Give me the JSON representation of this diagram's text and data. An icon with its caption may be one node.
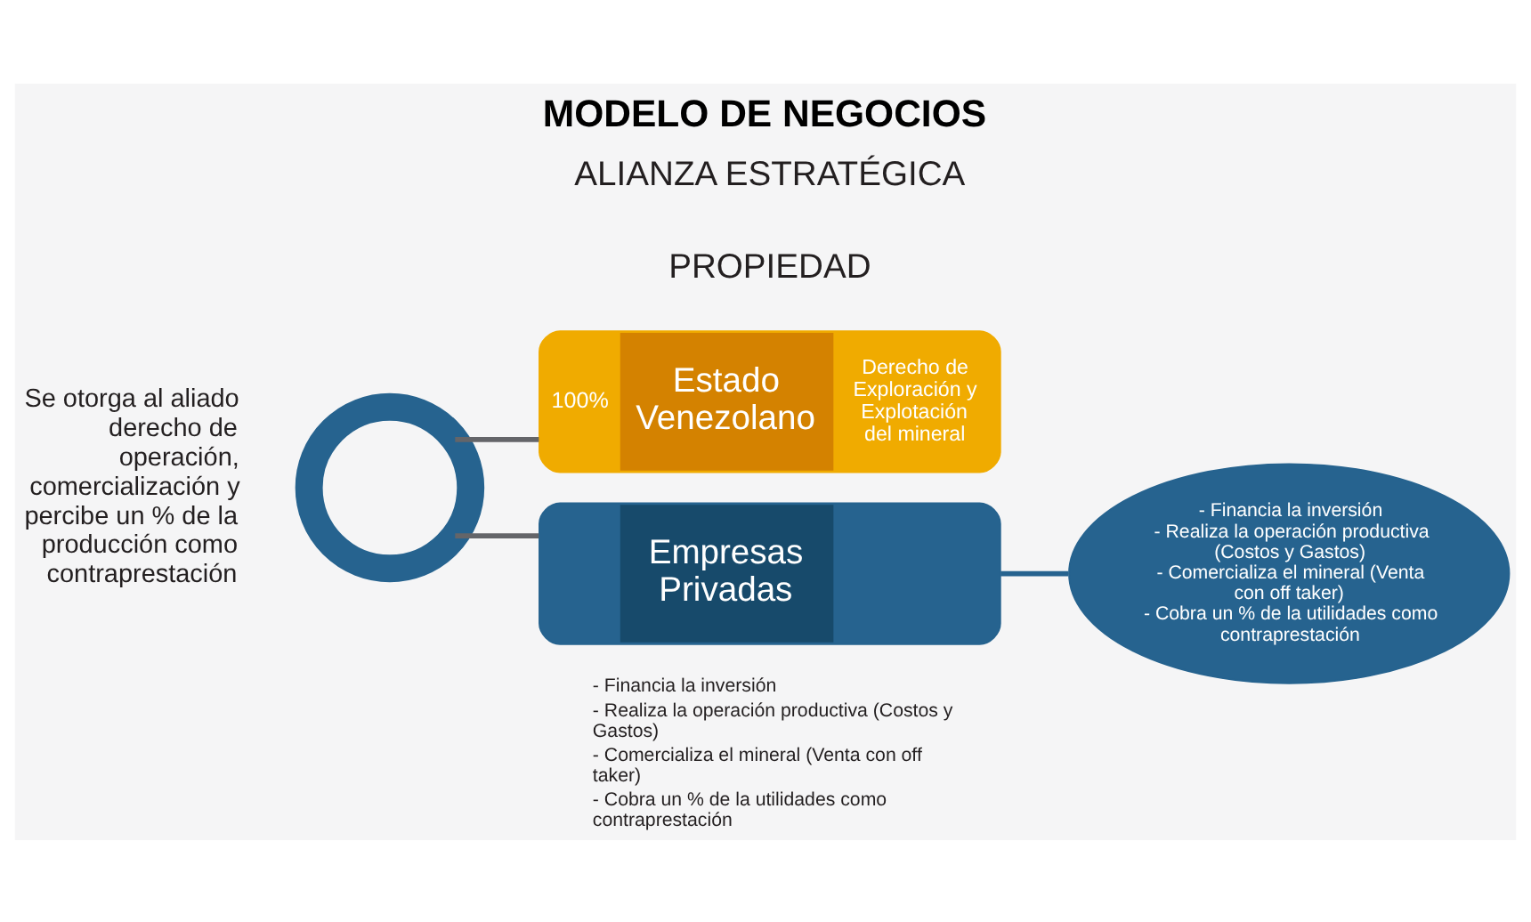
{
  "diagram": {
    "title": "MODELO DE NEGOCIOS",
    "nodes": [
      {
        "text": [],
        "shape": "circle",
        "beside": [
          "Se otorga al aliado derecho de operación, comercialización y percibe un % de la producción como contraprestación"
        ]
      },
      {
        "text": [
          "100%",
          "Estado Venezolano",
          "Derecho de Exploración y Explotación del mineral"
        ]
      },
      {
        "text": [
          "Empresas Privadas"
        ],
        "beside": [
          "- Financia la inversión",
          "- Realiza la operación productiva (Costos y Gastos)",
          "- Comercializa el mineral (Venta con off taker)",
          "- Cobra un % de la utilidades como contraprestación"
        ]
      },
      {
        "text": [
          "- Financia la inversión",
          "- Realiza la operación productiva (Costos y Gastos)",
          "- Comercializa el mineral (Venta con off taker)",
          "- Cobra un % de la utilidades como contraprestación"
        ]
      }
    ],
    "edges": [
      {
        "from": 0,
        "to": 1,
        "arrow": "none"
      },
      {
        "from": 0,
        "to": 2,
        "arrow": "none"
      },
      {
        "from": 2,
        "to": 3,
        "arrow": "none",
        "color": "#26638f"
      }
    ],
    "labels": [
      "ALIANZA ESTRATÉGICA",
      "PROPIEDAD"
    ]
  }
}
